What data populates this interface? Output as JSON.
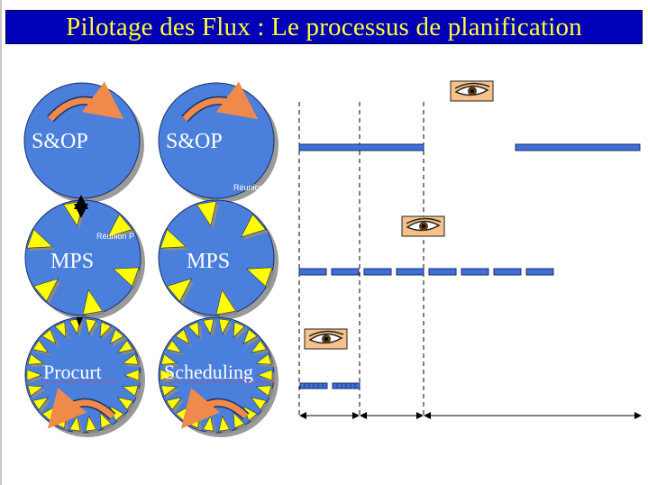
{
  "title": "Pilotage des Flux : Le processus de planification",
  "circles": {
    "sop_left": "S&OP",
    "sop_right": "S&OP",
    "mps_left": "MPS",
    "mps_right": "MPS",
    "procurement": "Procurt",
    "scheduling": "Scheduling"
  },
  "meeting_labels": {
    "left": "Réunion  P",
    "right": "Réunion"
  },
  "colors": {
    "title_bg": "#0000b8",
    "title_text": "#ffff33",
    "circle_fill": "#4a7fdc",
    "tooth": "#ffff00",
    "arrow": "#f08a4b",
    "bar": "#3f6fd8"
  },
  "icons": [
    "eye-icon",
    "eye-icon",
    "eye-icon"
  ]
}
